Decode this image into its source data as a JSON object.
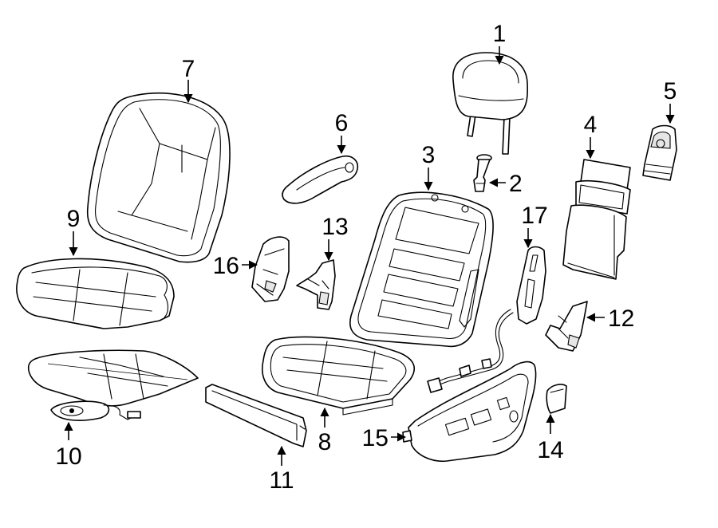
{
  "callouts": [
    {
      "key": "1",
      "text": "1"
    },
    {
      "key": "2",
      "text": "2"
    },
    {
      "key": "3",
      "text": "3"
    },
    {
      "key": "4",
      "text": "4"
    },
    {
      "key": "5",
      "text": "5"
    },
    {
      "key": "6",
      "text": "6"
    },
    {
      "key": "7",
      "text": "7"
    },
    {
      "key": "8",
      "text": "8"
    },
    {
      "key": "9",
      "text": "9"
    },
    {
      "key": "10",
      "text": "10"
    },
    {
      "key": "11",
      "text": "11"
    },
    {
      "key": "12",
      "text": "12"
    },
    {
      "key": "13",
      "text": "13"
    },
    {
      "key": "14",
      "text": "14"
    },
    {
      "key": "15",
      "text": "15"
    },
    {
      "key": "16",
      "text": "16"
    },
    {
      "key": "17",
      "text": "17"
    }
  ]
}
